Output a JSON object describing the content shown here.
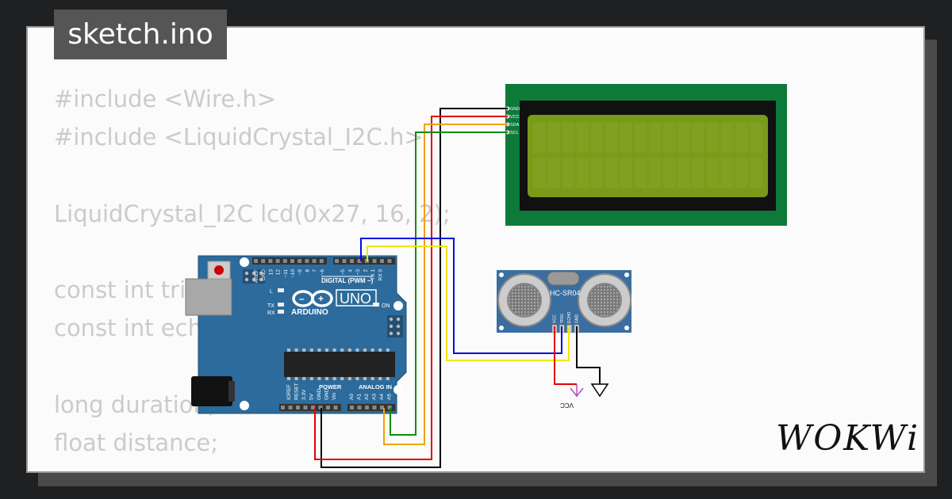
{
  "tab": {
    "title": "sketch.ino"
  },
  "code": {
    "lines": [
      "#include <Wire.h>",
      "#include <LiquidCrystal_I2C.h>",
      "",
      "LiquidCrystal_I2C lcd(0x27, 16, 2);",
      "",
      "const int trigPin = 9;",
      "const int echoPin = 10;",
      "",
      "long duration;",
      "float distance;"
    ]
  },
  "arduino": {
    "brand": "ARDUINO",
    "model": "UNO",
    "on_label": "ON",
    "l_label": "L",
    "tx_label": "TX",
    "rx_label": "RX",
    "digital_label": "DIGITAL (PWM ~)",
    "power_label": "POWER",
    "analog_label": "ANALOG IN",
    "digital_pins": [
      "AREF",
      "GND",
      "13",
      "12",
      "~11",
      "~10",
      "~9",
      "8",
      "7",
      "~6",
      "~5",
      "4",
      "~3",
      "2",
      "TX 1",
      "RX 0"
    ],
    "power_pins": [
      "IOREF",
      "RESET",
      "3.3V",
      "5V",
      "GND",
      "GND",
      "Vin"
    ],
    "analog_pins": [
      "A0",
      "A1",
      "A2",
      "A3",
      "A4",
      "A5"
    ]
  },
  "lcd": {
    "pins": [
      "GND",
      "VCC",
      "SDA",
      "SCL"
    ]
  },
  "sensor": {
    "name": "HC-SR04",
    "pins": [
      "VCC",
      "TRIG",
      "ECHO",
      "GND"
    ],
    "vcc_label": "VCC"
  },
  "brand_logo": "WOKWi",
  "colors": {
    "wire_black": "#000000",
    "wire_red": "#e00000",
    "wire_orange": "#f59f00",
    "wire_green": "#0a8f0a",
    "wire_blue": "#0a0ae0",
    "wire_yellow": "#f2e600",
    "board_blue": "#2c6b9c",
    "lcd_green": "#0e7a3a",
    "lcd_screen": "#7a9a1a",
    "vcc_purple": "#b050c0"
  }
}
